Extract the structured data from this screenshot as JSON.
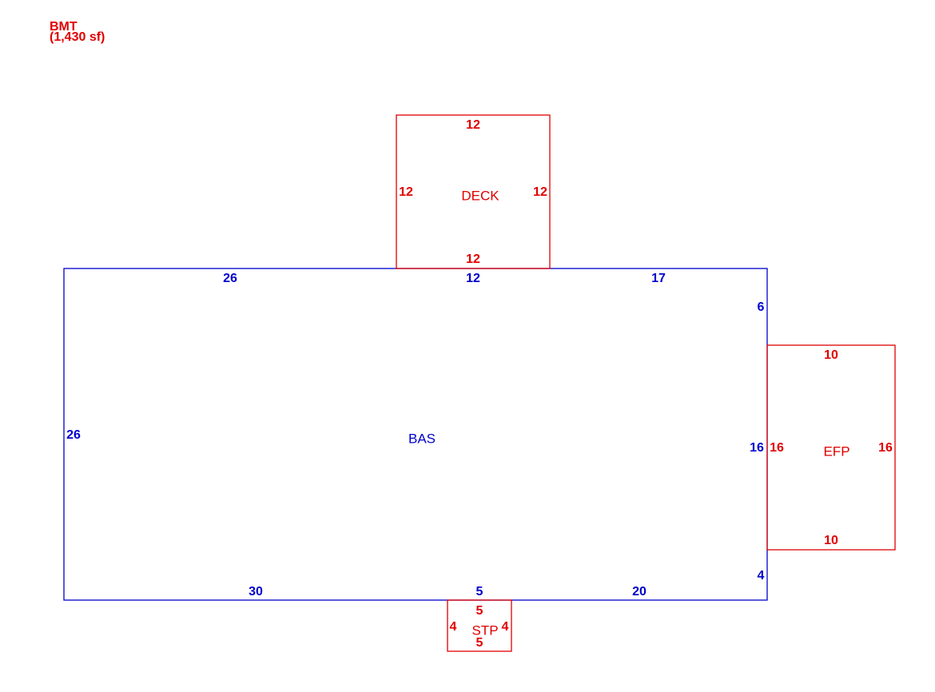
{
  "header": {
    "label": "BMT",
    "area": "(1,430 sf)",
    "color": "#e00000"
  },
  "colors": {
    "main": "#0000cc",
    "addition": "#e00000"
  },
  "areas": {
    "bas": {
      "name": "BAS",
      "top_left": "26",
      "top_mid": "12",
      "top_right": "17",
      "right_upper": "6",
      "right_mid": "16",
      "right_lower": "4",
      "left": "26",
      "bottom_left": "30",
      "bottom_mid": "5",
      "bottom_right": "20"
    },
    "deck": {
      "name": "DECK",
      "top": "12",
      "left": "12",
      "right": "12",
      "bottom": "12"
    },
    "efp": {
      "name": "EFP",
      "top": "10",
      "left": "16",
      "right": "16",
      "bottom": "10"
    },
    "stp": {
      "name": "STP",
      "top": "5",
      "left": "4",
      "right": "4",
      "bottom": "5"
    }
  }
}
